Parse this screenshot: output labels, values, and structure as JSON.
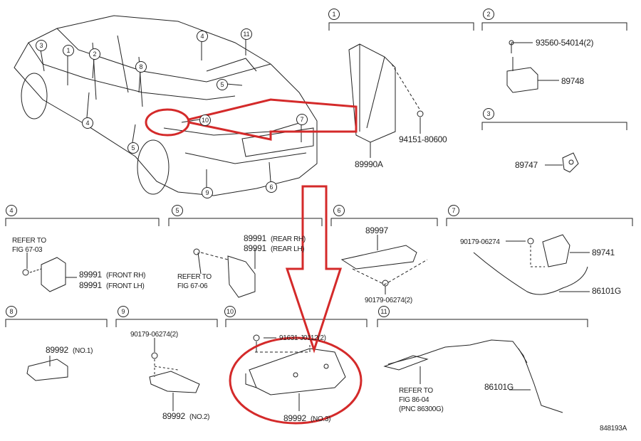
{
  "car_callouts": {
    "c1": "1",
    "c2": "2",
    "c3": "3",
    "c4a": "4",
    "c4b": "4",
    "c5a": "5",
    "c5b": "5",
    "c6": "6",
    "c7": "7",
    "c8": "8",
    "c9": "9",
    "c10": "10",
    "c11": "11"
  },
  "sections": {
    "s1": {
      "num": "1",
      "part": "89990A",
      "fastener": "94151-80600"
    },
    "s2": {
      "num": "2",
      "part": "89748",
      "fastener": "93560-54014(2)"
    },
    "s3": {
      "num": "3",
      "part": "89747"
    },
    "s4": {
      "num": "4",
      "refer1": "REFER TO",
      "refer2": "FIG 67-03",
      "part_rh": "89991",
      "label_rh": "(FRONT RH)",
      "part_lh": "89991",
      "label_lh": "(FRONT LH)"
    },
    "s5": {
      "num": "5",
      "refer1": "REFER TO",
      "refer2": "FIG 67-06",
      "part_rh": "89991",
      "label_rh": "(REAR RH)",
      "part_lh": "89991",
      "label_lh": "(REAR LH)"
    },
    "s6": {
      "num": "6",
      "part": "89997",
      "fastener": "90179-06274(2)"
    },
    "s7": {
      "num": "7",
      "fastener": "90179-06274",
      "part": "89741",
      "harness": "86101G"
    },
    "s8": {
      "num": "8",
      "part": "89992",
      "label": "(NO.1)"
    },
    "s9": {
      "num": "9",
      "fastener": "90179-06274(2)",
      "part": "89992",
      "label": "(NO.2)"
    },
    "s10": {
      "num": "10",
      "fastener": "91631-J0112(2)",
      "part": "89992",
      "label": "(NO.3)"
    },
    "s11": {
      "num": "11",
      "refer1": "REFER TO",
      "refer2": "FIG 86-04",
      "refer3": "(PNC 86300G)",
      "harness": "86101G"
    }
  },
  "figure_id": "848193A",
  "colors": {
    "annotation": "#d42a2a",
    "line": "#222222"
  }
}
